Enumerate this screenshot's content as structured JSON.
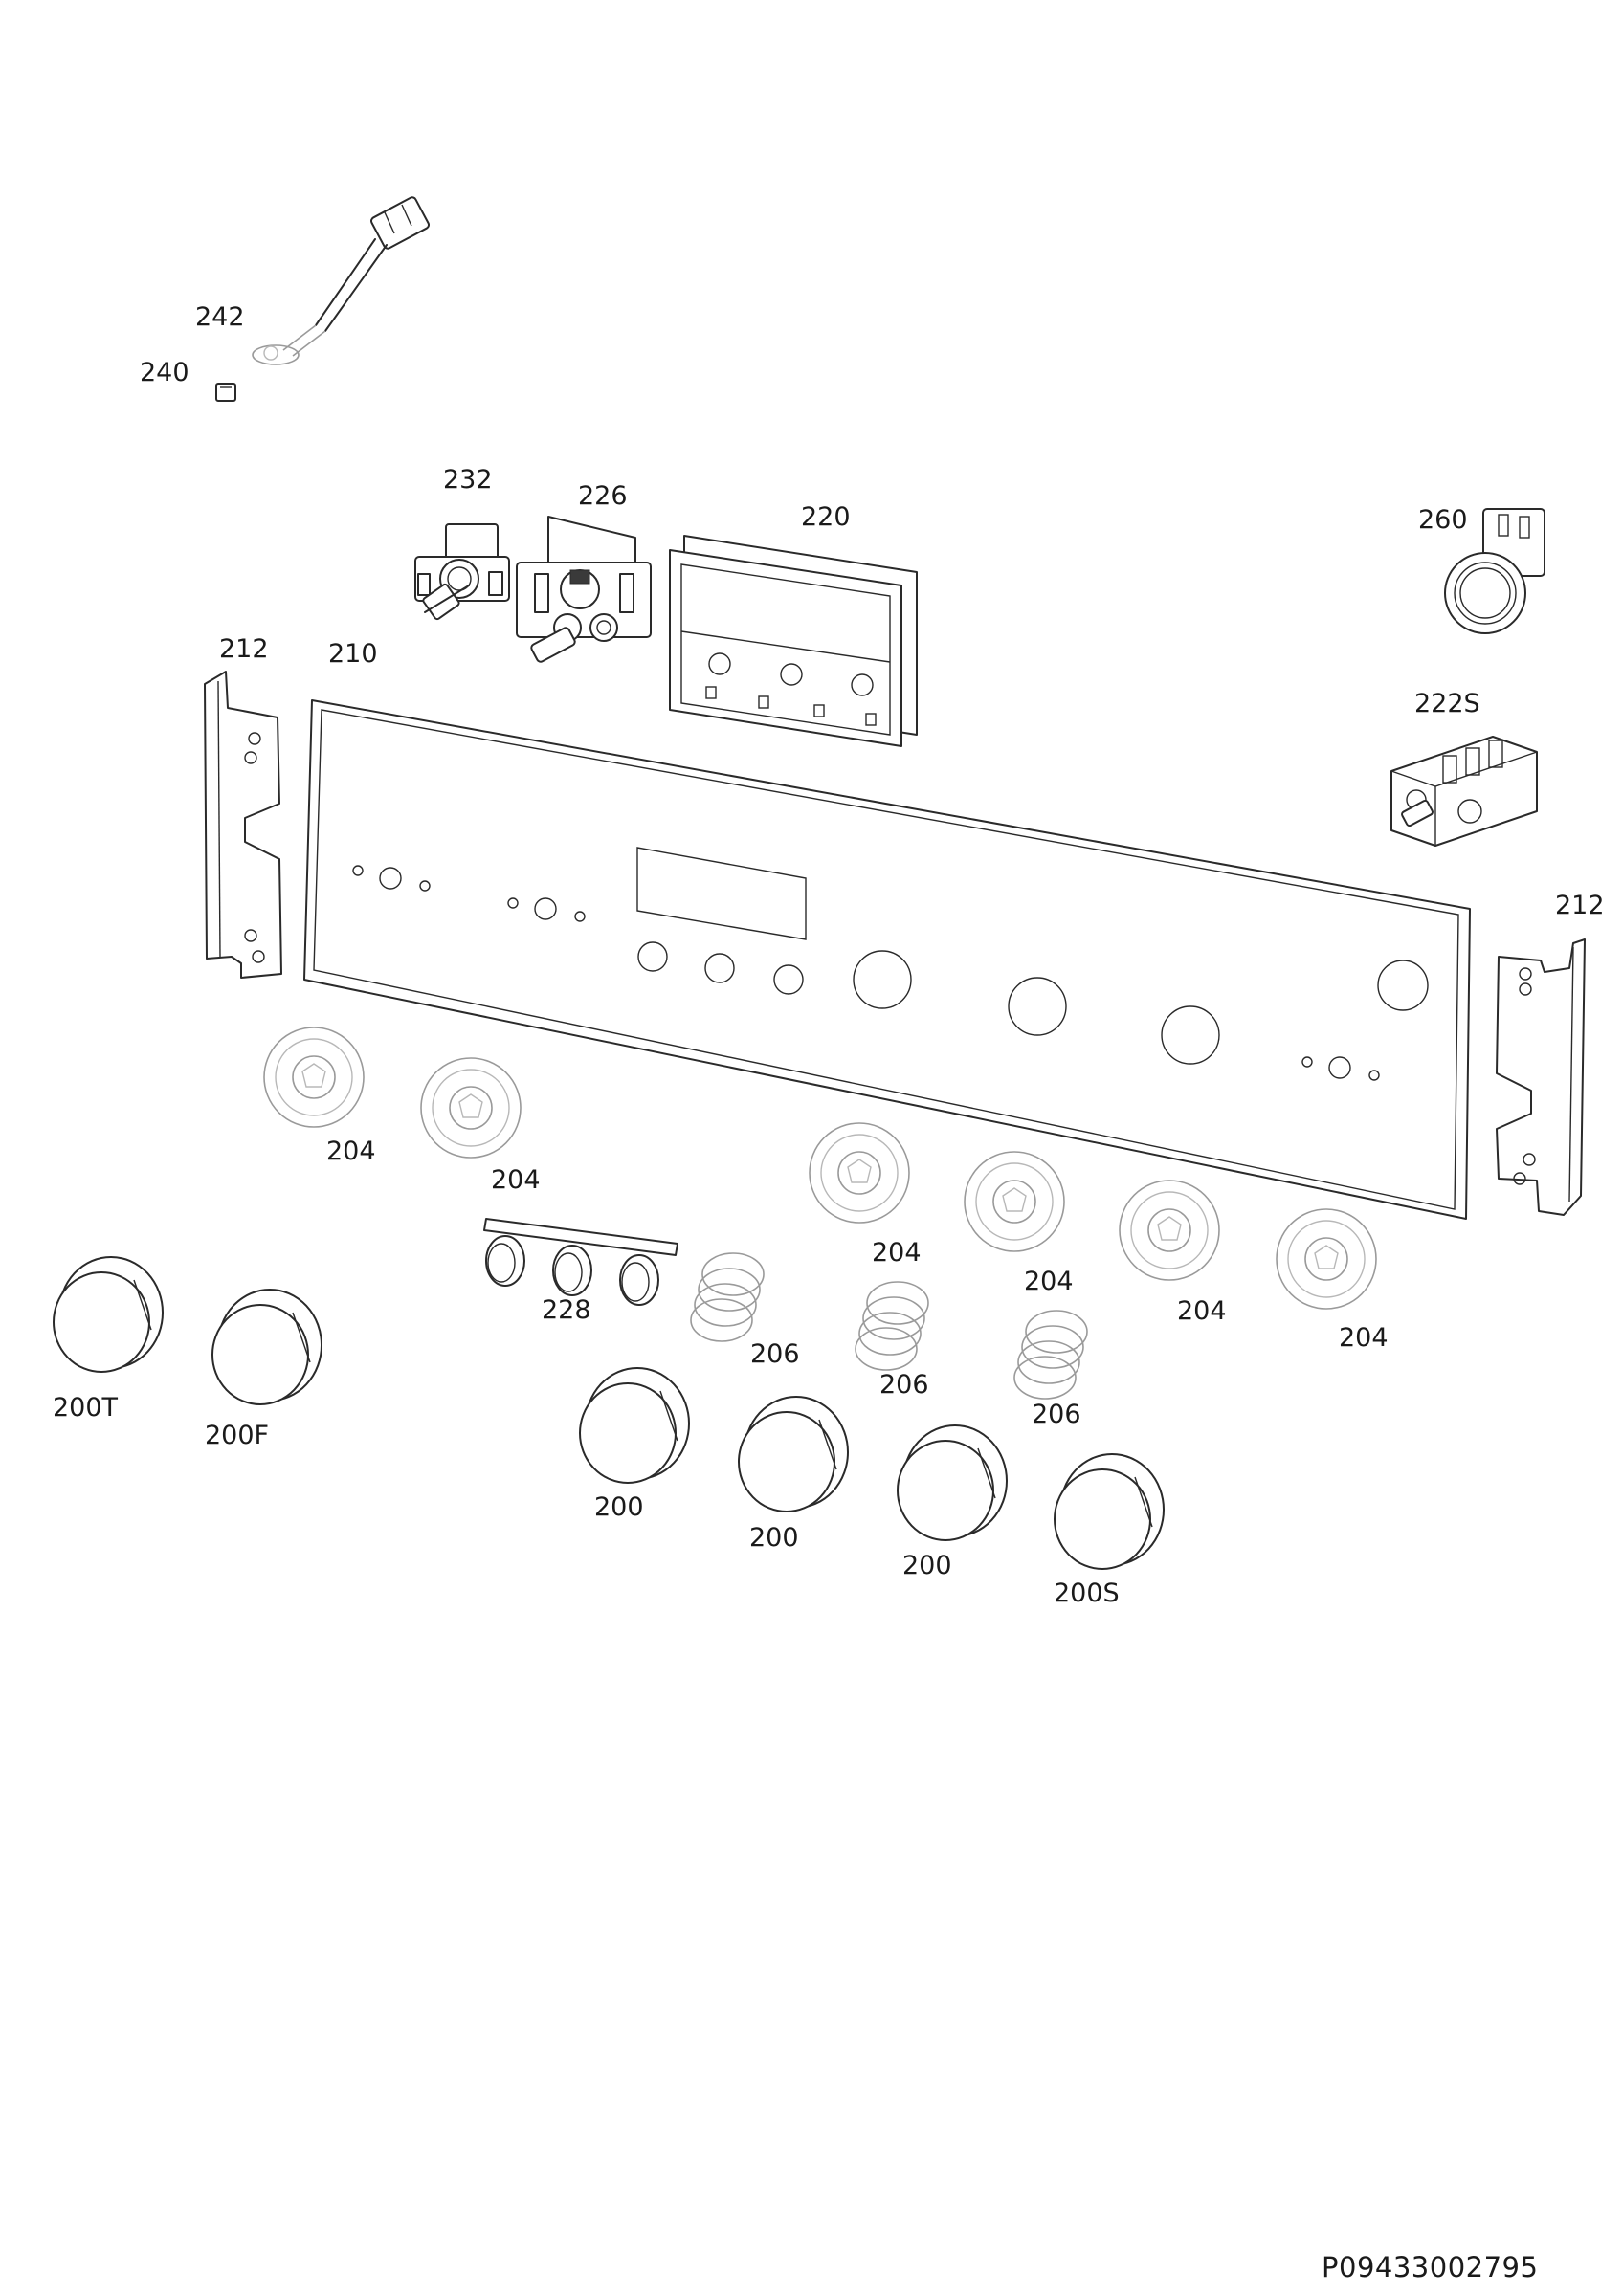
{
  "labels": {
    "p242": "242",
    "p240": "240",
    "p232": "232",
    "p226": "226",
    "p220": "220",
    "p260": "260",
    "p212_left": "212",
    "p210": "210",
    "p222s": "222S",
    "p212_right": "212",
    "p204_a": "204",
    "p204_b": "204",
    "p204_c": "204",
    "p204_d": "204",
    "p204_e": "204",
    "p204_f": "204",
    "p228": "228",
    "p206_a": "206",
    "p206_b": "206",
    "p206_c": "206",
    "p200t": "200T",
    "p200f": "200F",
    "p200_a": "200",
    "p200_b": "200",
    "p200_c": "200",
    "p200s": "200S"
  },
  "document_number": "P09433002795"
}
